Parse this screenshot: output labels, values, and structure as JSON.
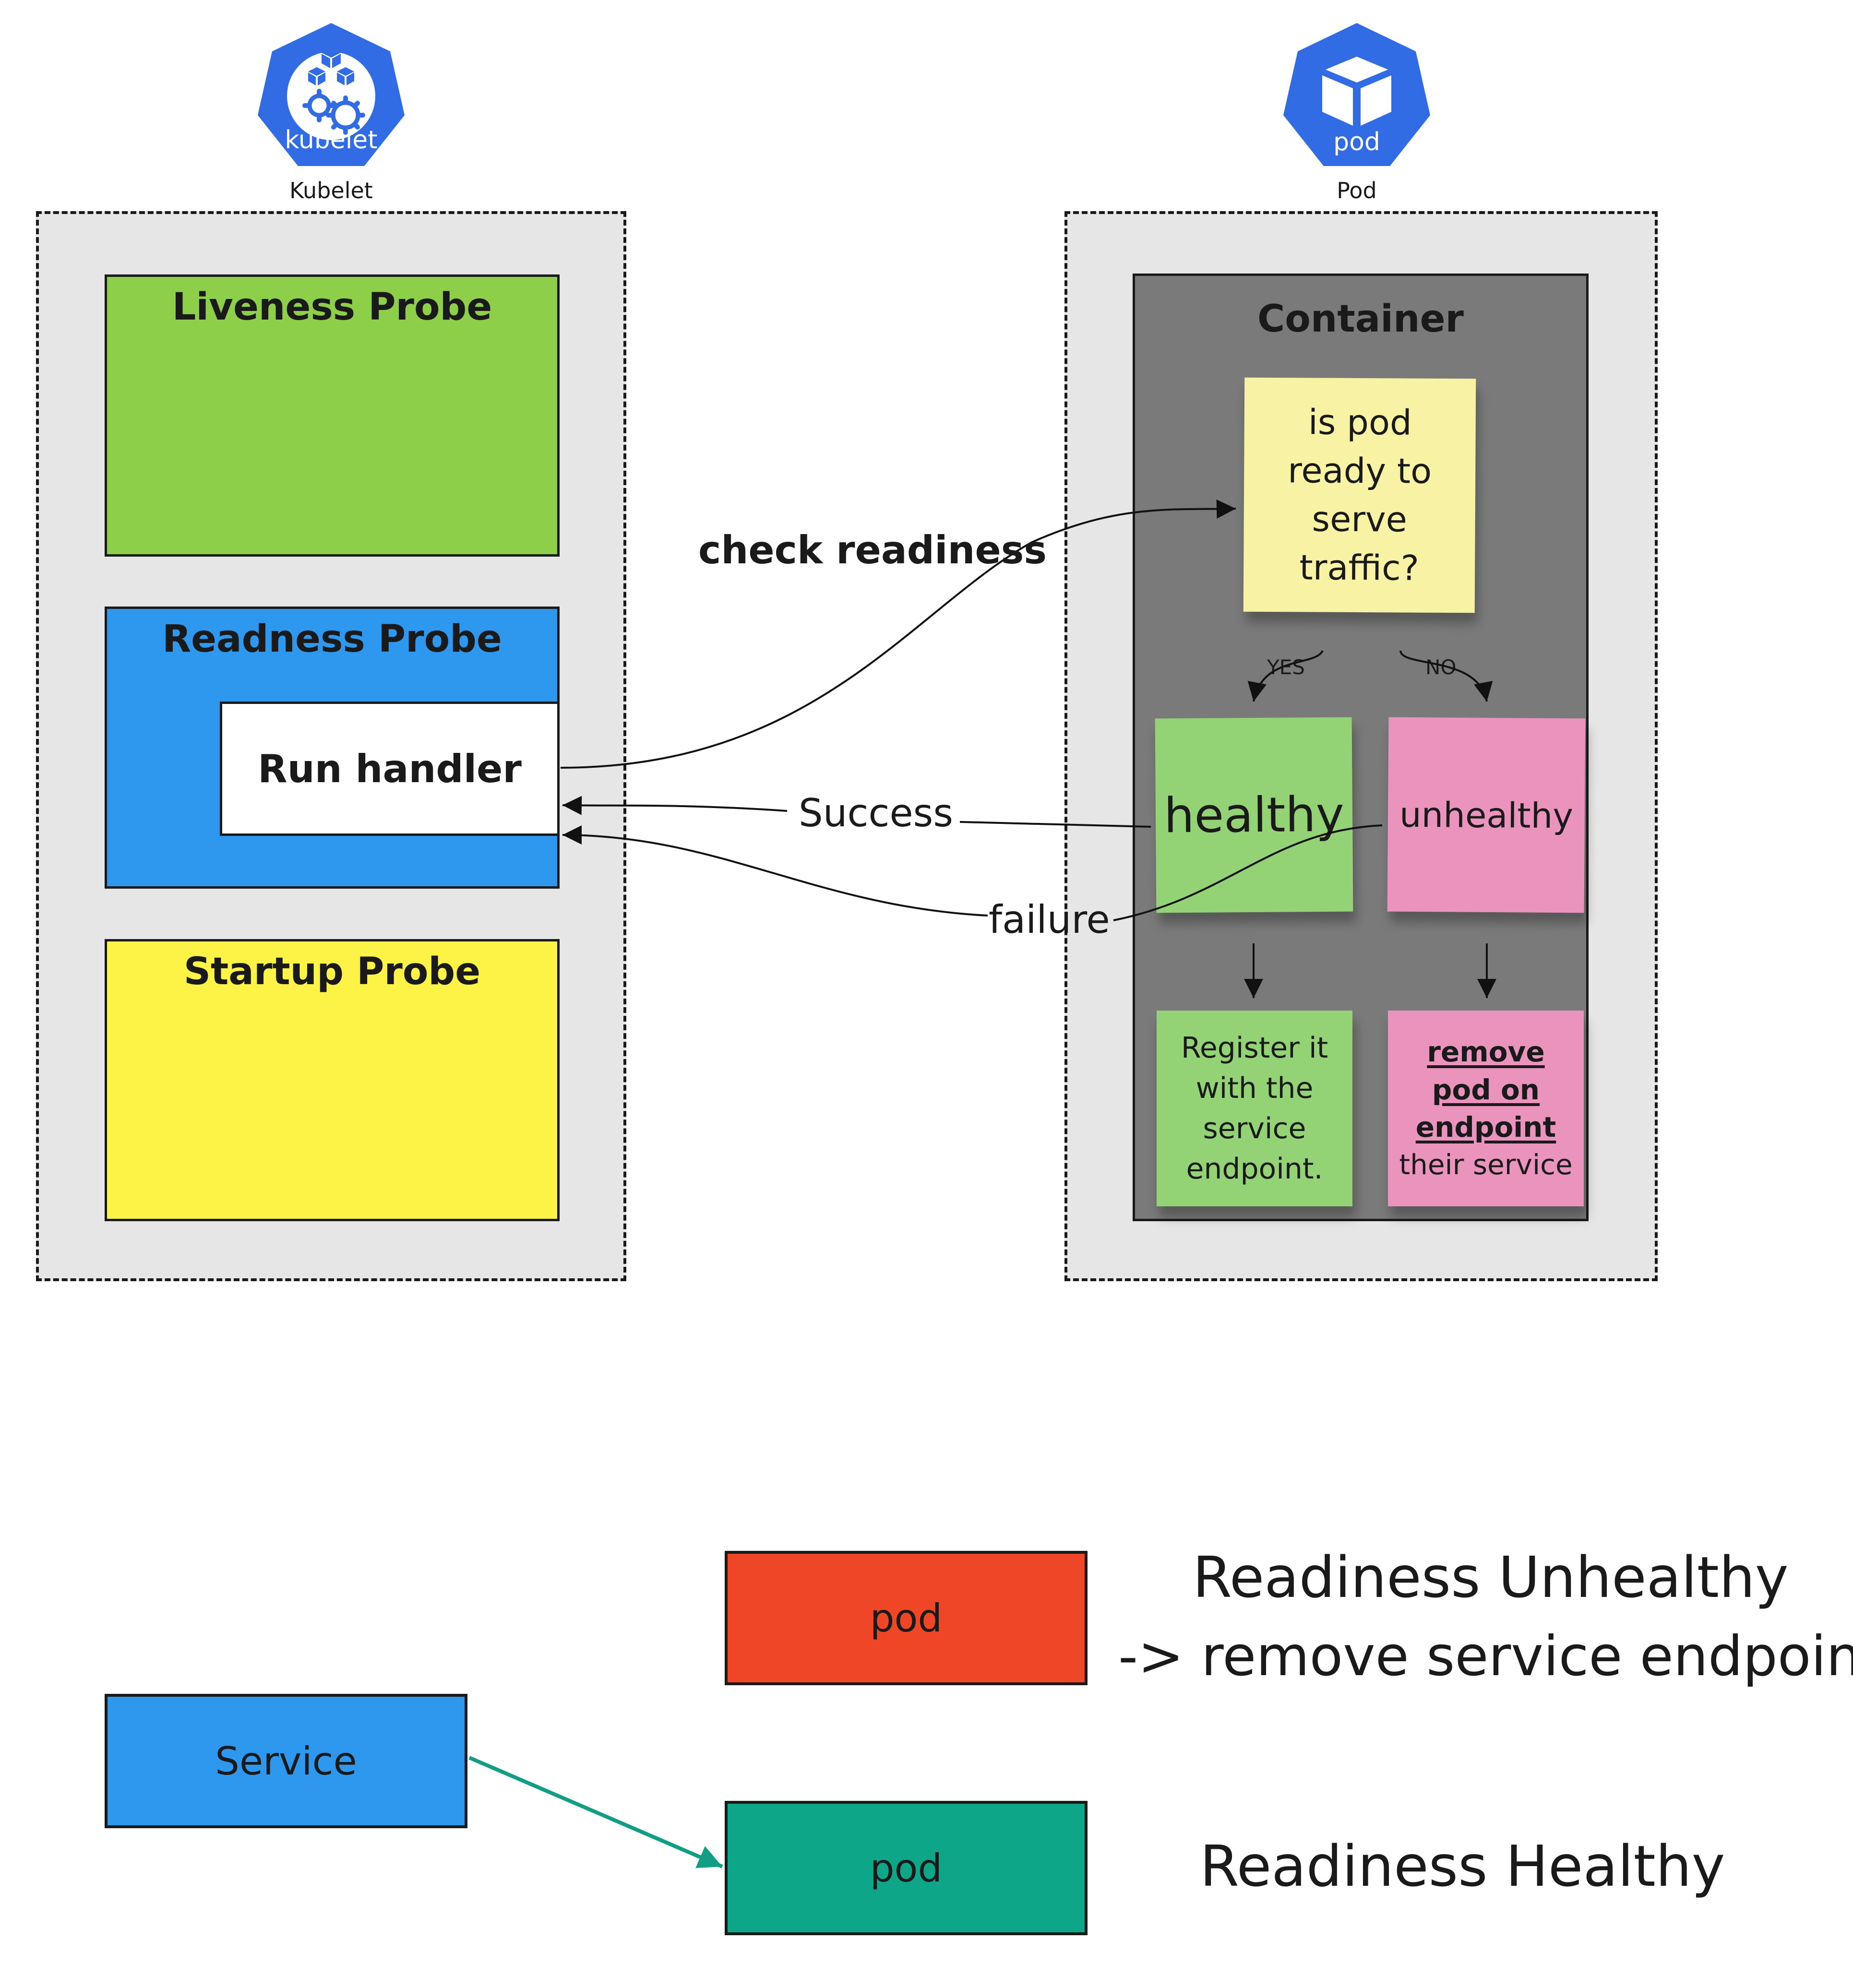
{
  "kubelet": {
    "icon_label": "kubelet",
    "caption": "Kubelet"
  },
  "pod": {
    "icon_label": "pod",
    "caption": "Pod"
  },
  "probes": {
    "liveness": "Liveness Probe",
    "readiness": "Readness Probe",
    "run_handler": "Run handler",
    "startup": "Startup Probe"
  },
  "container": {
    "title": "Container",
    "question": "is pod ready to serve traffic?",
    "yes": "YES",
    "no": "NO",
    "healthy": "healthy",
    "unhealthy": "unhealthy",
    "register": "Register it with the service endpoint.",
    "remove_bold_1": "remove",
    "remove_bold_2": "pod on",
    "remove_bold_3": "endpoint",
    "remove_rest": "their service"
  },
  "arrows": {
    "check_readiness": "check readiness",
    "success": "Success",
    "failure": "failure"
  },
  "bottom": {
    "service": "Service",
    "pod_unhealthy": "pod",
    "pod_healthy": "pod",
    "unhealthy_line1": "Readiness  Unhealthy",
    "unhealthy_line2": "-> remove service endpoint",
    "healthy_text": "Readiness Healthy"
  },
  "colors": {
    "k8s_blue": "#326ce5",
    "liveness": "#8ecf4a",
    "readiness": "#2e97ee",
    "startup": "#fdf246",
    "container": "#7a7a7a",
    "sticky_yellow": "#f8f3a4",
    "sticky_green": "#93d375",
    "sticky_pink": "#ea94bd",
    "pod_red": "#ee4626",
    "pod_green": "#0da688",
    "service_blue": "#2e97ee",
    "arrow_teal": "#129e84"
  }
}
